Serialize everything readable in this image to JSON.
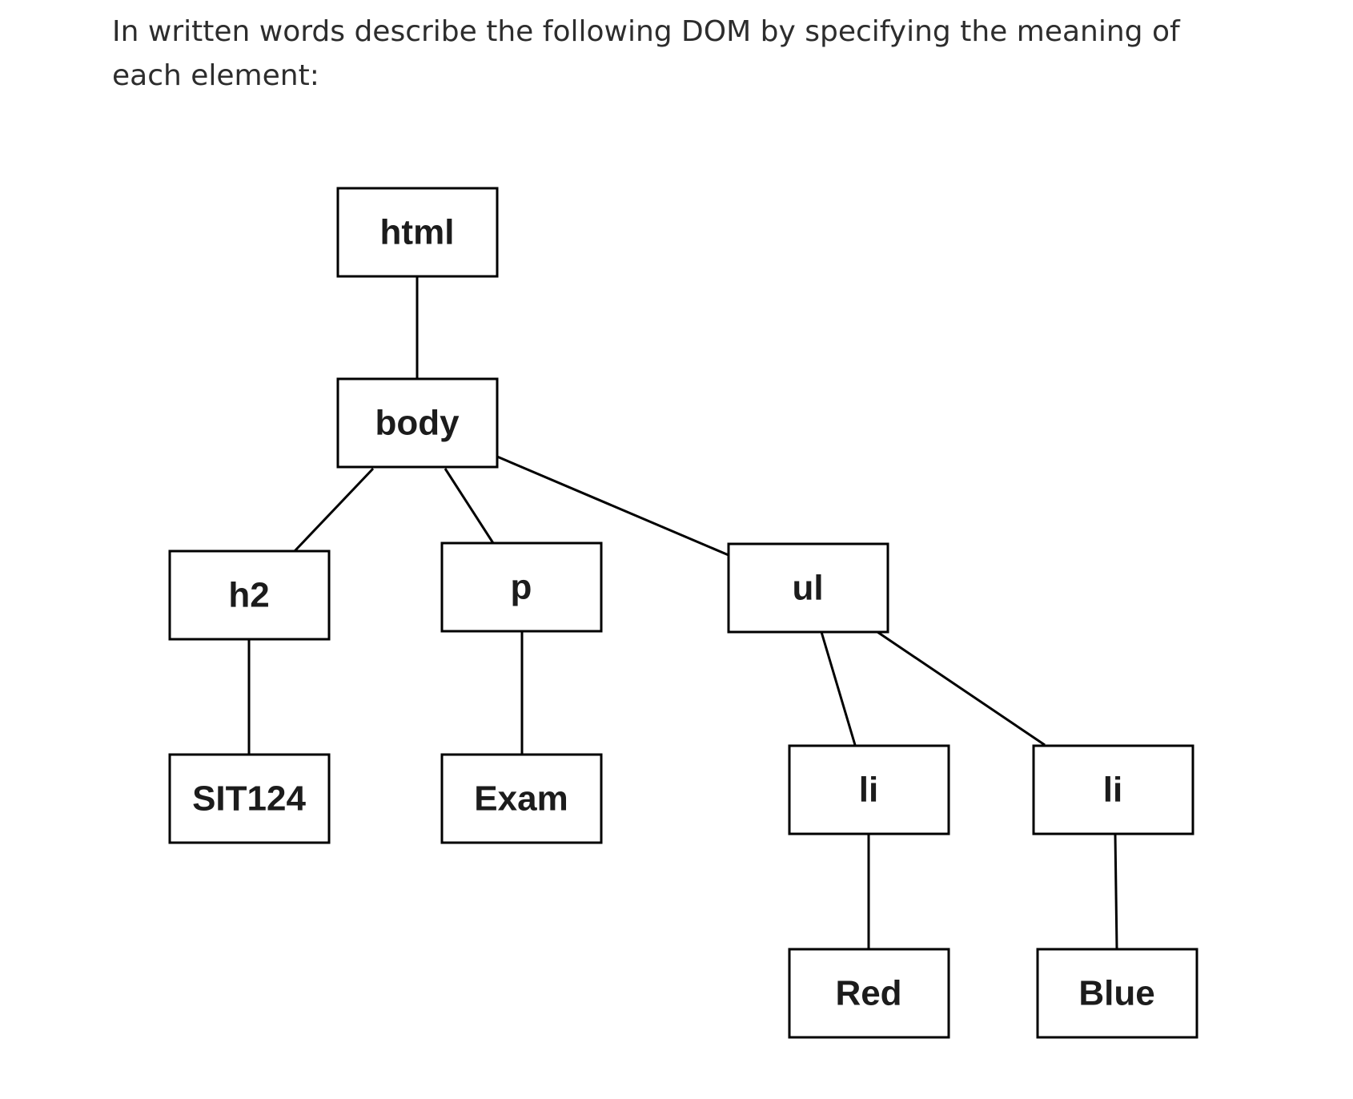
{
  "question": {
    "text": "In written words describe the following DOM by specifying the meaning of each element:"
  },
  "diagram": {
    "nodes": {
      "html": "html",
      "body": "body",
      "h2": "h2",
      "p": "p",
      "ul": "ul",
      "sit124": "SIT124",
      "exam": "Exam",
      "li_1": "li",
      "li_2": "li",
      "red": "Red",
      "blue": "Blue"
    }
  }
}
